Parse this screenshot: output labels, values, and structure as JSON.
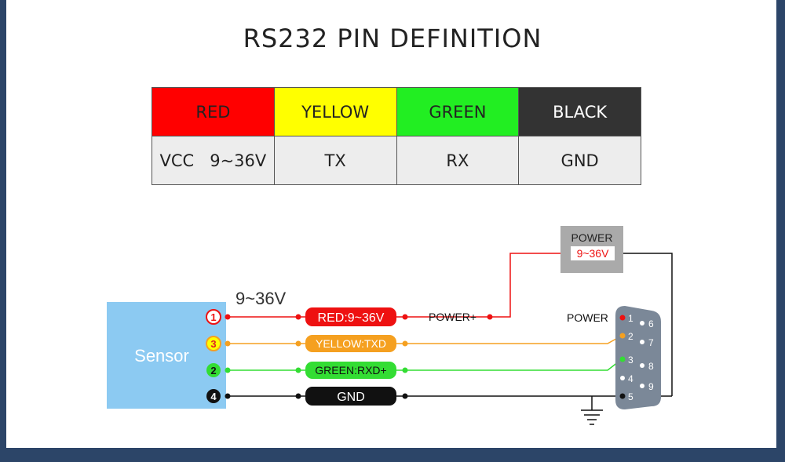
{
  "title": "RS232 PIN DEFINITION",
  "table": {
    "colors": [
      {
        "label": "RED",
        "bg": "#ff0000",
        "fg": "#222222"
      },
      {
        "label": "YELLOW",
        "bg": "#ffff00",
        "fg": "#222222"
      },
      {
        "label": "GREEN",
        "bg": "#22ee22",
        "fg": "#222222"
      },
      {
        "label": "BLACK",
        "bg": "#333333",
        "fg": "#ffffff"
      }
    ],
    "signals": [
      "VCC   9~36V",
      "TX",
      "RX",
      "GND"
    ]
  },
  "diagram": {
    "voltage_note": "9~36V",
    "sensor_label": "Sensor",
    "sensor_pins": [
      "1",
      "3",
      "2",
      "4"
    ],
    "wires": [
      {
        "label": "RED:9~36V",
        "color": "#ee1111",
        "text_color": "#ffffff"
      },
      {
        "label": "YELLOW:TXD",
        "color": "#f5a020",
        "text_color": "#ffffff"
      },
      {
        "label": "GREEN:RXD+",
        "color": "#33dd33",
        "text_color": "#111111"
      },
      {
        "label": "GND",
        "color": "#111111",
        "text_color": "#ffffff"
      }
    ],
    "power_plus_label": "POWER+",
    "power_box": {
      "line1": "POWER",
      "line2": "9~36V"
    },
    "connector_power_label": "POWER",
    "connector_pins": [
      "1",
      "2",
      "3",
      "4",
      "5",
      "6",
      "7",
      "8",
      "9"
    ],
    "colors": {
      "sensor": "#8ccaf2",
      "red": "#ee1111",
      "orange": "#f5a020",
      "green": "#33dd33",
      "black": "#111111",
      "connector": "#7b8898"
    }
  }
}
